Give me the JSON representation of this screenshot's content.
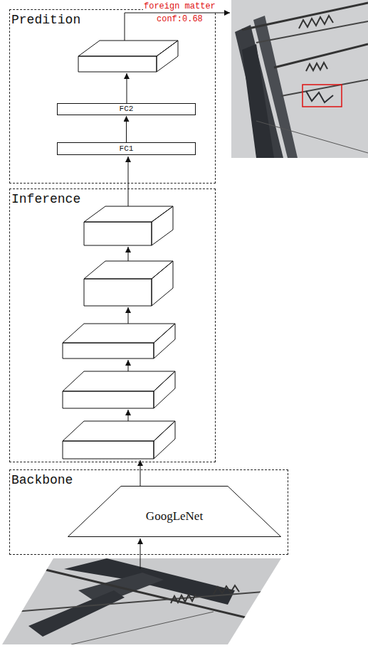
{
  "diagram": {
    "nodes": [
      {
        "text": [
          "Predition"
        ]
      },
      {
        "text": [
          "FC2"
        ],
        "in": 0
      },
      {
        "text": [
          "FC1"
        ],
        "in": 0
      },
      {
        "text": [
          "Inference"
        ]
      },
      {
        "text": [
          "Backbone"
        ]
      },
      {
        "text": [
          "GoogLeNet"
        ],
        "in": 4
      }
    ],
    "edges": [
      {
        "from": 2,
        "to": 1,
        "arrow": "to"
      }
    ],
    "labels": [
      "foreign matter",
      "conf:0.68"
    ]
  }
}
